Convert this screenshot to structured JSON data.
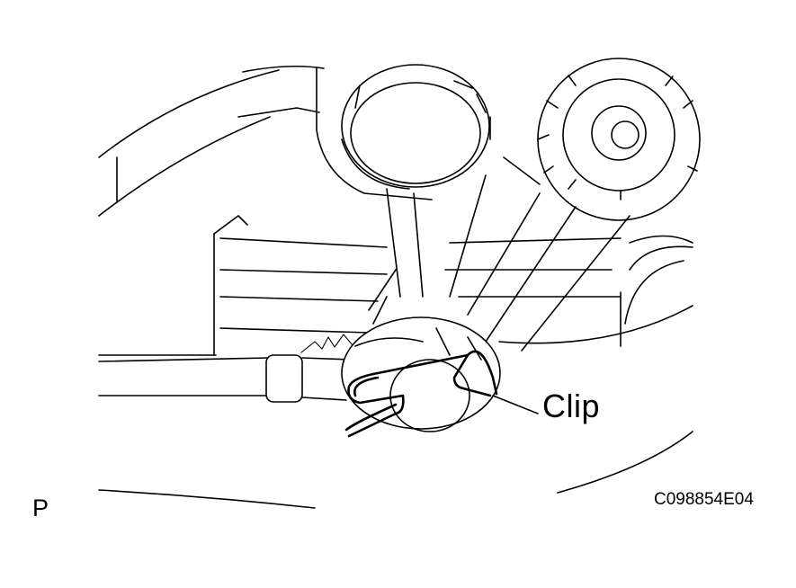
{
  "figure": {
    "callout_label": "Clip",
    "view_label": "P",
    "figure_code": "C098854E04"
  },
  "colors": {
    "line": "#000000",
    "background": "#ffffff"
  }
}
